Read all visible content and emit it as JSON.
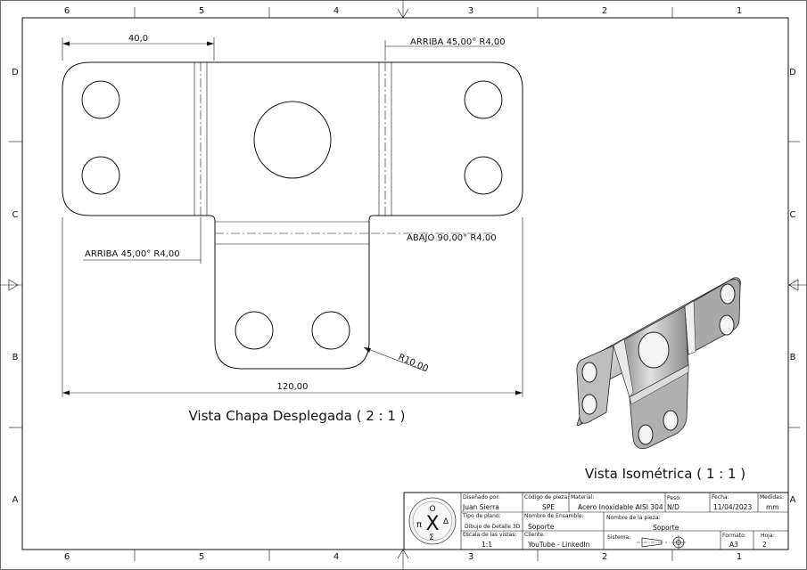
{
  "border": {
    "top_numbers": [
      "6",
      "5",
      "4",
      "3",
      "2",
      "1"
    ],
    "bottom_numbers": [
      "6",
      "5",
      "4",
      "3",
      "2",
      "1"
    ],
    "left_letters": [
      "D",
      "C",
      "B",
      "A"
    ],
    "right_letters": [
      "D",
      "C",
      "B",
      "A"
    ]
  },
  "flat_view": {
    "title": "Vista Chapa Desplegada ( 2 : 1 )",
    "dim_width_tab": "40,0",
    "dim_total_width": "120,00",
    "note_top_right": "ARRIBA 45,00° R4,00",
    "note_left": "ARRIBA 45,00° R4,00",
    "note_right_mid": "ABAJO 90,00° R4,00",
    "dim_radius": "R10,00"
  },
  "iso_view": {
    "title": "Vista Isométrica ( 1 : 1 )"
  },
  "title_block": {
    "logo_letters": [
      "O",
      "π",
      "X",
      "Δ",
      "Σ"
    ],
    "designed_by_label": "Diseñado por:",
    "designed_by": "Juan Sierra",
    "part_code_label": "Código de pieza:",
    "part_code": "SPE",
    "material_label": "Material:",
    "material": "Acero Inoxidable AISI 304",
    "weight_label": "Peso:",
    "weight": "N/D",
    "date_label": "Fecha:",
    "date": "11/04/2023",
    "units_label": "Medidas:",
    "units": "mm",
    "plan_type_label": "Tipo de plano:",
    "plan_type": "Dibujo de Detalle 3D",
    "assembly_label": "Nombre de Ensamble:",
    "assembly": "Soporte",
    "part_name_label": "Nombre de la pieza:",
    "part_name": "Soporte",
    "scale_label": "Escala de las vistas:",
    "scale": "1:1",
    "client_label": "Cliente:",
    "client": "YouTube - LinkedIn",
    "system_label": "Sistema:",
    "format_label": "Formato:",
    "format": "A3",
    "sheet_label": "Hoja:",
    "sheet": "2"
  }
}
